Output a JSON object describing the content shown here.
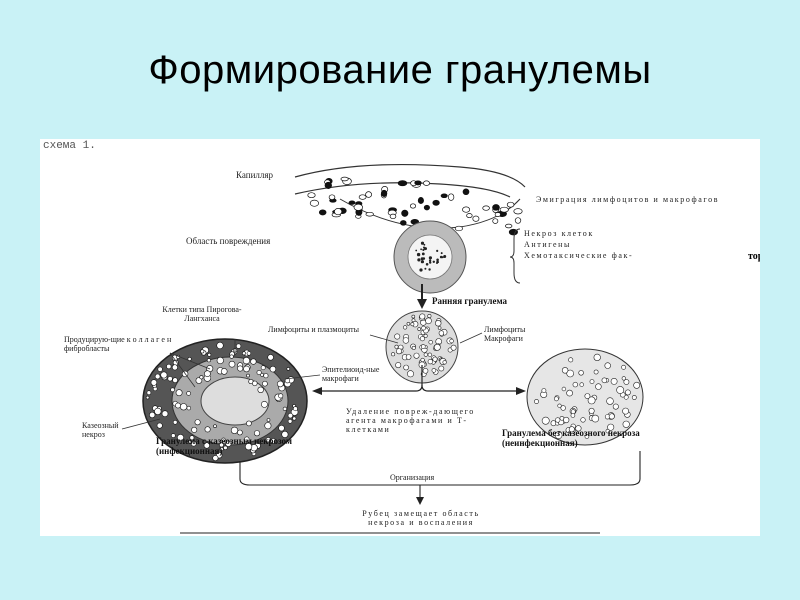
{
  "slide": {
    "title": "Формирование гранулемы"
  },
  "scheme": {
    "label": "схема 1.",
    "capillary": "Капилляр",
    "emigration": "Эмиграция лимфоцитов и макрофагов",
    "damage_area": "Область повреждения",
    "factors": [
      "Некроз клеток",
      "Антигены",
      "Хемотаксические фак-"
    ],
    "factors_tail": "торы",
    "early_granuloma": "Ранняя гранулема",
    "pirogov_cells": "Клетки типа Пирогова-Лангханса",
    "lymph_plasma": "Лимфоциты и плазмоциты",
    "lymph_macro": "Лимфоциты Макрофаги",
    "collagen_fibroblasts": "Продуцирую-щие к о л л а г е н фибробласты",
    "epithelioid": "Эпителиоид-ные макрофаги",
    "removal": "Удаление повреж-дающего агента макрофагами и Т-клетками",
    "caseous_necrosis": "Казеозный некроз",
    "granuloma_caseous": "Гранулема с казеозным некрозом (инфекционная)",
    "granuloma_no_caseous": "Гранулема без казеозного некроза (неинфекционная)",
    "organization": "Организация",
    "scar": "Рубец замещает область некроза и воспаления"
  }
}
